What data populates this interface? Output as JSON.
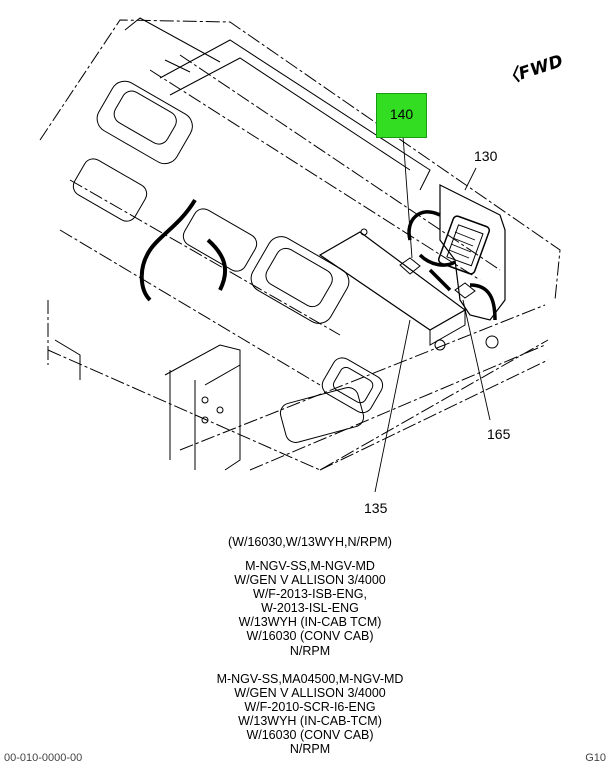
{
  "callouts": {
    "c140": "140",
    "c130": "130",
    "c165": "165",
    "c135": "135"
  },
  "fwd_label": "FWD",
  "highlight_color": "#33dd22",
  "notes": {
    "header": "(W/16030,W/13WYH,N/RPM)",
    "group1": [
      "M-NGV-SS,M-NGV-MD",
      "W/GEN V ALLISON 3/4000",
      "W/F-2013-ISB-ENG,",
      "W-2013-ISL-ENG",
      "W/13WYH (IN-CAB TCM)",
      "W/16030 (CONV CAB)",
      "N/RPM"
    ],
    "group2": [
      "M-NGV-SS,MA04500,M-NGV-MD",
      "W/GEN V ALLISON 3/4000",
      "W/F-2010-SCR-I6-ENG",
      "W/13WYH (IN-CAB-TCM)",
      "W/16030 (CONV CAB)",
      "N/RPM"
    ]
  },
  "footer": {
    "left": "00-010-0000-00",
    "right": "G10"
  }
}
